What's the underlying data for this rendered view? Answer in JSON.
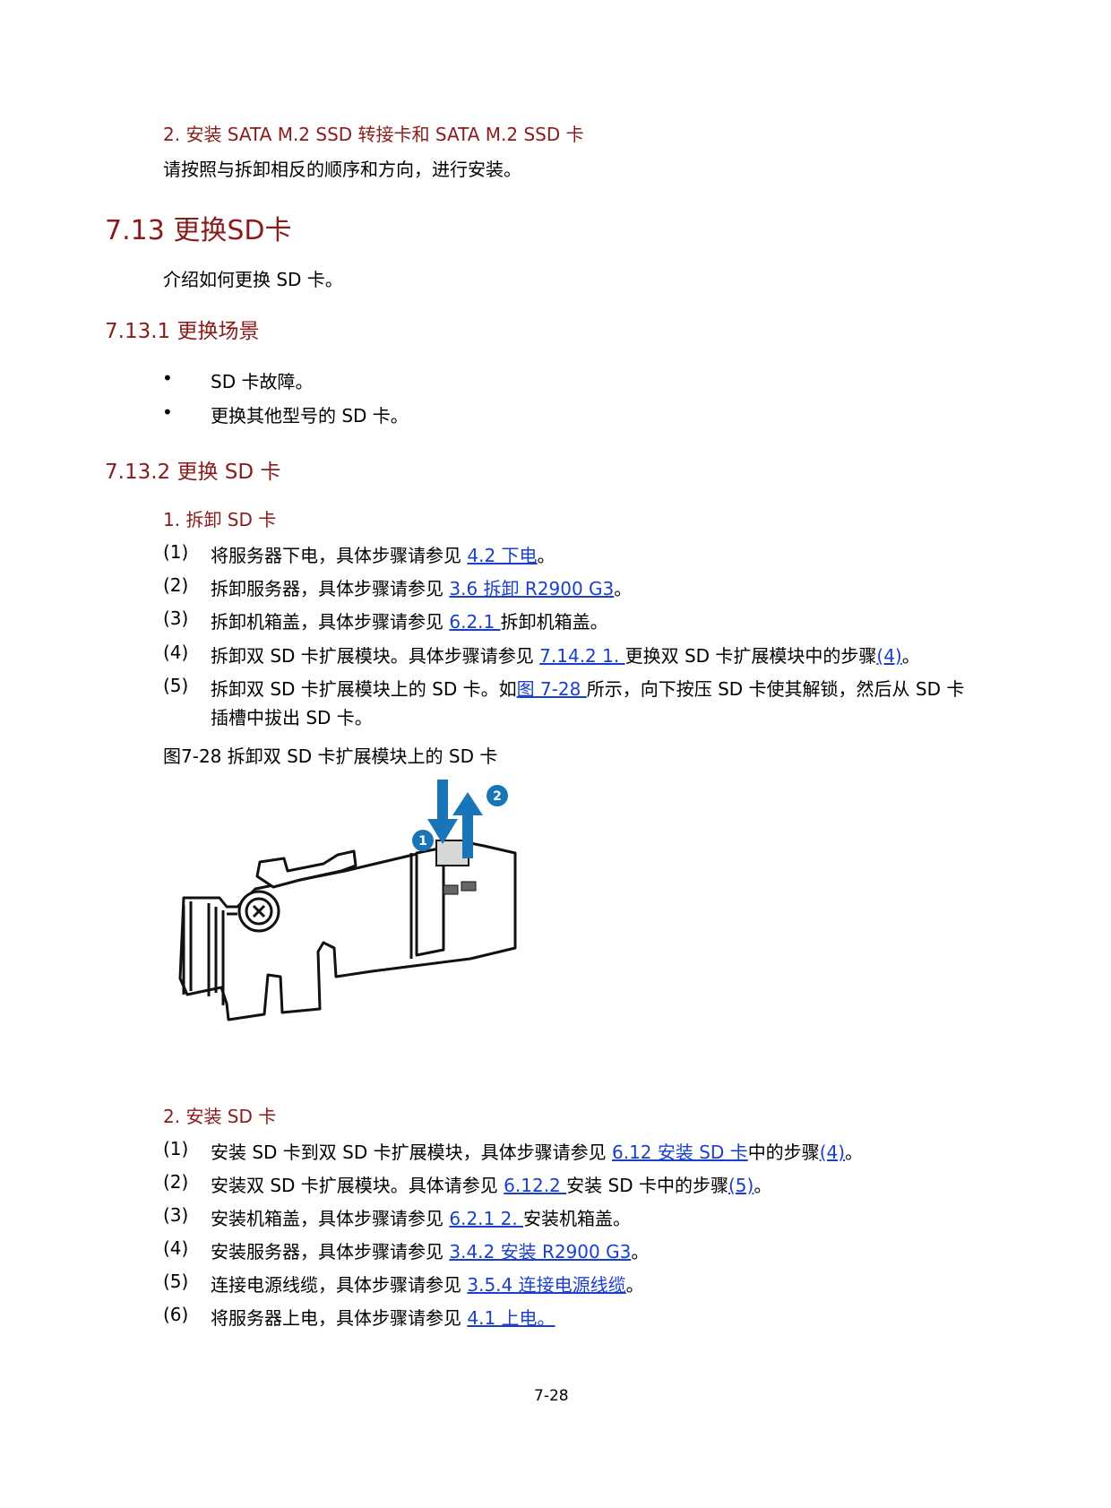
{
  "sec_install_m2": {
    "heading": "2. 安装 SATA M.2 SSD 转接卡和 SATA M.2 SSD 卡",
    "text": "请按照与拆卸相反的顺序和方向，进行安装。"
  },
  "sec_713": {
    "heading": "7.13  更换SD卡",
    "intro": "介绍如何更换 SD 卡。"
  },
  "sec_7131": {
    "heading": "7.13.1  更换场景",
    "bullets": [
      "SD 卡故障。",
      "更换其他型号的 SD 卡。"
    ],
    "bullet_symbol": "•"
  },
  "sec_7132": {
    "heading": "7.13.2  更换 SD 卡"
  },
  "remove": {
    "heading": "1. 拆卸 SD 卡",
    "steps": [
      {
        "num": "(1)",
        "pre": "将服务器下电，具体步骤请参见 ",
        "link": "4.2  下电",
        "post": "。"
      },
      {
        "num": "(2)",
        "pre": "拆卸服务器，具体步骤请参见 ",
        "link": "3.6  拆卸 R2900 G3",
        "post": "。"
      },
      {
        "num": "(3)",
        "pre": "拆卸机箱盖，具体步骤请参见 ",
        "link": "6.2.1 ",
        "post": "拆卸机箱盖。"
      },
      {
        "num": "(4)",
        "pre": "拆卸双 SD 卡扩展模块。具体步骤请参见 ",
        "link": "7.14.2  1. ",
        "mid": "更换双 SD 卡扩展模块中的步骤",
        "link2": "(4)",
        "post": "。"
      },
      {
        "num": "(5)",
        "pre": "拆卸双 SD 卡扩展模块上的 SD 卡。如",
        "link": "图 7-28 ",
        "post": "所示，向下按压 SD 卡使其解锁，然后从 SD 卡",
        "line2": "插槽中拔出 SD 卡。"
      }
    ]
  },
  "figure": {
    "caption": "图7-28  拆卸双 SD 卡扩展模块上的 SD 卡",
    "callouts": [
      "1",
      "2"
    ],
    "accent_color": "#1a75b8"
  },
  "install": {
    "heading": "2. 安装 SD 卡",
    "steps": [
      {
        "num": "(1)",
        "pre": "安装 SD 卡到双 SD 卡扩展模块，具体步骤请参见 ",
        "link": "6.12  安装 SD 卡",
        "mid": "中的步骤",
        "link2": "(4)",
        "post": "。"
      },
      {
        "num": "(2)",
        "pre": "安装双 SD 卡扩展模块。具体请参见 ",
        "link": "6.12.2 ",
        "mid": "安装 SD 卡中的步骤",
        "link2": "(5)",
        "post": "。"
      },
      {
        "num": "(3)",
        "pre": "安装机箱盖，具体步骤请参见 ",
        "link": "6.2.1  2. ",
        "post": "安装机箱盖。"
      },
      {
        "num": "(4)",
        "pre": "安装服务器，具体步骤请参见 ",
        "link": "3.4.2  安装 R2900 G3",
        "post": "。"
      },
      {
        "num": "(5)",
        "pre": "连接电源线缆，具体步骤请参见 ",
        "link": "3.5.4  连接电源线缆",
        "post": "。"
      },
      {
        "num": "(6)",
        "pre": "将服务器上电，具体步骤请参见 ",
        "link": "4.1  上电。",
        "post": ""
      }
    ]
  },
  "footer": {
    "page": "7-28"
  },
  "colors": {
    "heading": "#8b1a1a",
    "link": "#1a3fcf"
  }
}
